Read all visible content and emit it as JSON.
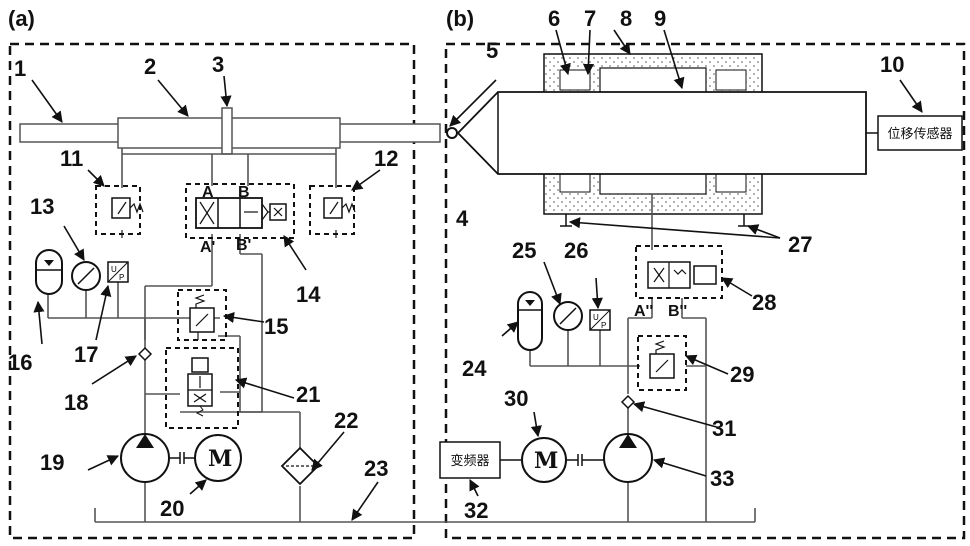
{
  "panels": {
    "a": "(a)",
    "b": "(b)"
  },
  "labels": {
    "n1": "1",
    "n2": "2",
    "n3": "3",
    "n4": "4",
    "n5": "5",
    "n6": "6",
    "n7": "7",
    "n8": "8",
    "n9": "9",
    "n10": "10",
    "n11": "11",
    "n12": "12",
    "n13": "13",
    "n14": "14",
    "n15": "15",
    "n16": "16",
    "n17": "17",
    "n18": "18",
    "n19": "19",
    "n20": "20",
    "n21": "21",
    "n22": "22",
    "n23": "23",
    "n24": "24",
    "n25": "25",
    "n26": "26",
    "n27": "27",
    "n28": "28",
    "n29": "29",
    "n30": "30",
    "n31": "31",
    "n32": "32",
    "n33": "33"
  },
  "ports": {
    "A": "A",
    "B": "B",
    "A1": "A'",
    "B1": "B'",
    "A2": "A''",
    "B2": "B''"
  },
  "boxes": {
    "sensor": "位移传感器",
    "inverter": "变频器"
  },
  "motor_symbol": "M",
  "pressure_switch": {
    "top": "U",
    "bottom": "P"
  }
}
